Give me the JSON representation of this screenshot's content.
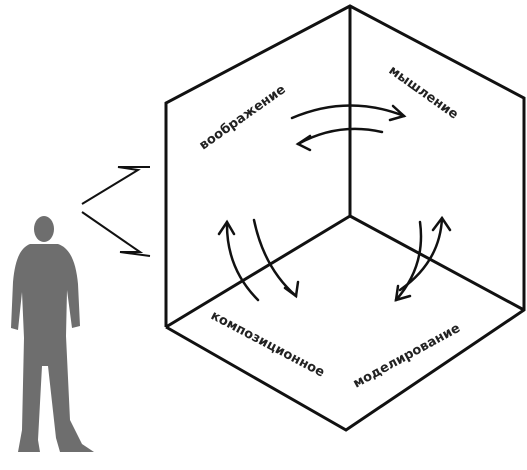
{
  "labels": {
    "imagination": "воображение",
    "thinking": "мышление",
    "compositional": "композиционное",
    "modeling": "моделирование"
  },
  "colors": {
    "stroke": "#111111",
    "silhouette": "#6e6e6e",
    "text": "#222222",
    "background": "#ffffff"
  }
}
